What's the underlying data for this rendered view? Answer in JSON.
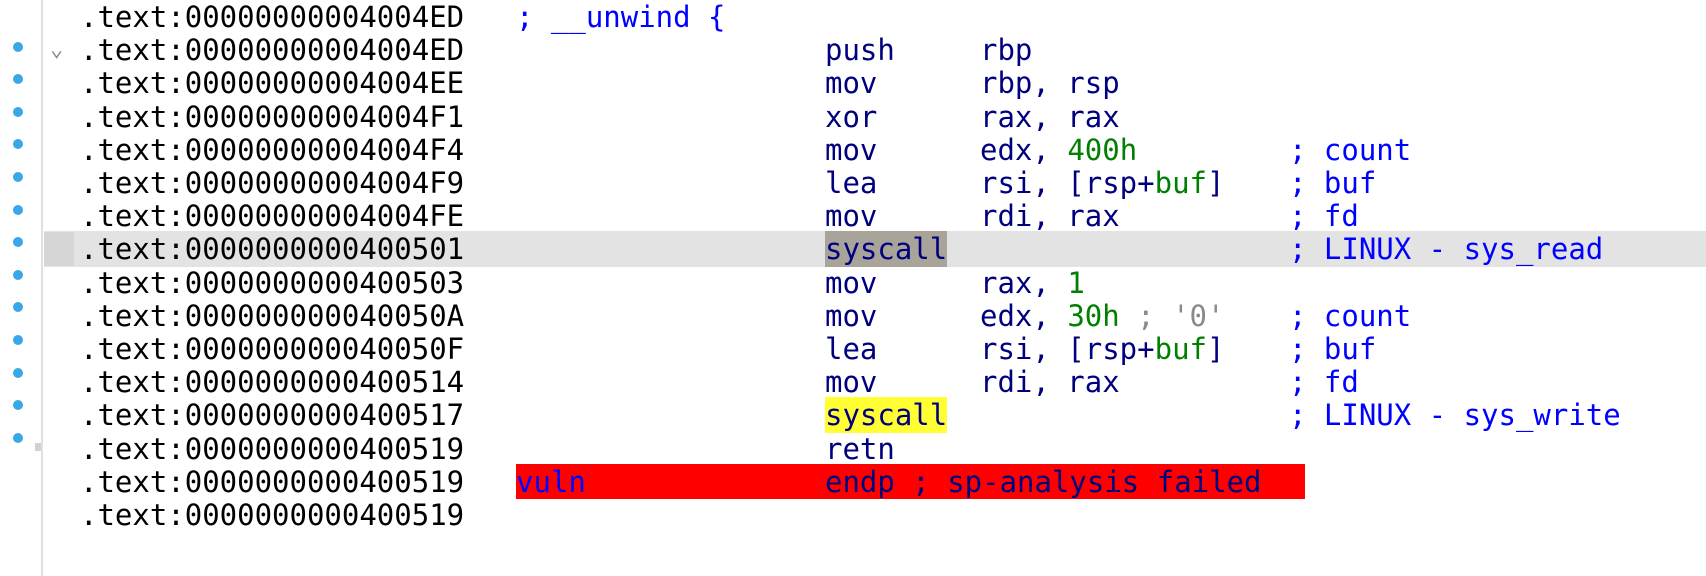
{
  "lines": [
    {
      "addr": ".text:00000000004004ED",
      "comment": "; __unwind {"
    },
    {
      "addr": ".text:00000000004004ED",
      "mnem": "push",
      "ops": [
        {
          "t": "rbp",
          "c": "navy"
        }
      ]
    },
    {
      "addr": ".text:00000000004004EE",
      "mnem": "mov",
      "ops": [
        {
          "t": "rbp, rsp",
          "c": "navy"
        }
      ]
    },
    {
      "addr": ".text:00000000004004F1",
      "mnem": "xor",
      "ops": [
        {
          "t": "rax, rax",
          "c": "navy"
        }
      ]
    },
    {
      "addr": ".text:00000000004004F4",
      "mnem": "mov",
      "ops": [
        {
          "t": "edx, ",
          "c": "navy"
        },
        {
          "t": "400h",
          "c": "num"
        }
      ],
      "comment": "; count"
    },
    {
      "addr": ".text:00000000004004F9",
      "mnem": "lea",
      "ops": [
        {
          "t": "rsi, [rsp+",
          "c": "navy"
        },
        {
          "t": "buf",
          "c": "num"
        },
        {
          "t": "]",
          "c": "navy"
        }
      ],
      "comment": "; buf"
    },
    {
      "addr": ".text:00000000004004FE",
      "mnem": "mov",
      "ops": [
        {
          "t": "rdi, rax",
          "c": "navy"
        }
      ],
      "comment": "; fd"
    },
    {
      "addr": ".text:0000000000400501",
      "mnem": "syscall",
      "ops": [],
      "comment": "; LINUX - sys_read"
    },
    {
      "addr": ".text:0000000000400503",
      "mnem": "mov",
      "ops": [
        {
          "t": "rax, ",
          "c": "navy"
        },
        {
          "t": "1",
          "c": "num"
        }
      ]
    },
    {
      "addr": ".text:000000000040050A",
      "mnem": "mov",
      "ops": [
        {
          "t": "edx, ",
          "c": "navy"
        },
        {
          "t": "30h",
          "c": "num"
        },
        {
          "t": " ; '0'",
          "c": "str"
        }
      ],
      "comment": "; count"
    },
    {
      "addr": ".text:000000000040050F",
      "mnem": "lea",
      "ops": [
        {
          "t": "rsi, [rsp+",
          "c": "navy"
        },
        {
          "t": "buf",
          "c": "num"
        },
        {
          "t": "]",
          "c": "navy"
        }
      ],
      "comment": "; buf"
    },
    {
      "addr": ".text:0000000000400514",
      "mnem": "mov",
      "ops": [
        {
          "t": "rdi, rax",
          "c": "navy"
        }
      ],
      "comment": "; fd"
    },
    {
      "addr": ".text:0000000000400517",
      "mnem": "syscall",
      "ops": [],
      "comment": "; LINUX - sys_write"
    },
    {
      "addr": ".text:0000000000400519",
      "mnem": "retn",
      "ops": []
    },
    {
      "addr": ".text:0000000000400519",
      "label": "vuln",
      "endp": "endp ; sp-analysis failed"
    },
    {
      "addr": ".text:0000000000400519"
    }
  ],
  "state": {
    "current_line": 7,
    "highlight_gray_line": 7,
    "highlight_yellow_line": 12,
    "error_line": 14,
    "collapsible_line": 1,
    "breakpoint_lines": [
      1,
      2,
      3,
      4,
      5,
      6,
      7,
      8,
      9,
      10,
      11,
      12,
      13
    ]
  },
  "colors": {
    "comment": "#0000ff",
    "mnemonic": "#00007f",
    "number": "#007f00",
    "string": "#8a8a8a",
    "current_line_bg": "#e3e3e3",
    "highlight_gray": "#a8a49a",
    "highlight_yellow": "#ffff33",
    "error_bg": "#ff0000",
    "breakpoint_dot": "#3aa7e8"
  },
  "icons": {
    "collapse": "chevron-down-icon",
    "breakpoint": "breakpoint-dot-icon"
  }
}
